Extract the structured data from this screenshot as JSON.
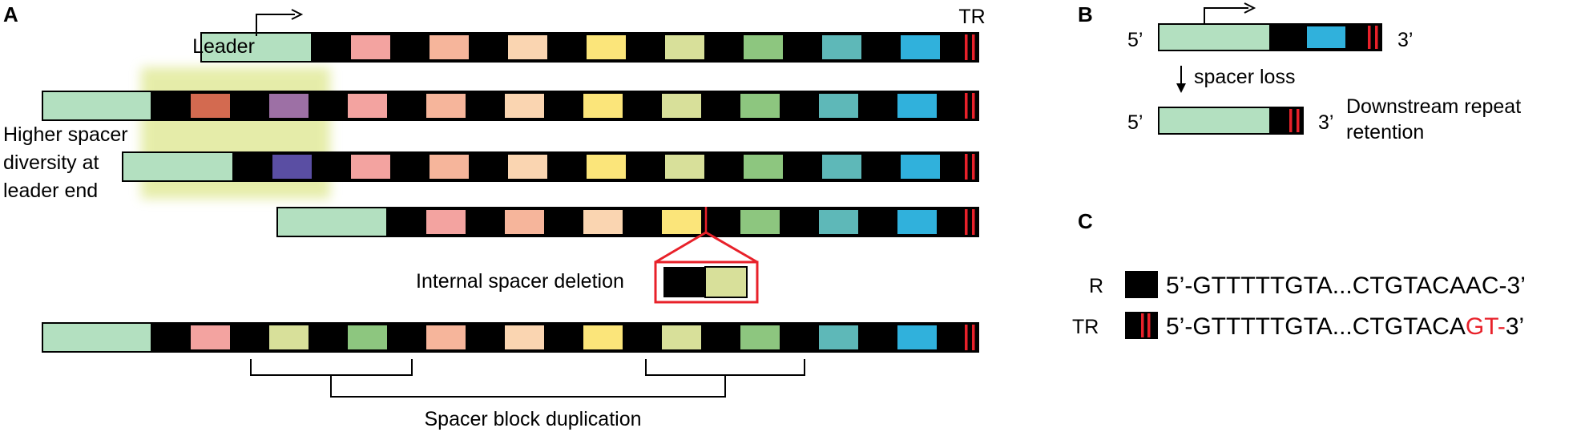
{
  "colors": {
    "repeat": "#000000",
    "terminal_repeat_stripe": "#e8212a",
    "leader": "#b3e0c0",
    "highlight": "#e3eba0",
    "callout": "#e8212a",
    "seq_highlight": "#e8212a",
    "spacers": {
      "pink": "#f3a3a0",
      "salmon": "#f6b59b",
      "peach": "#fad5b1",
      "yellow": "#fbe57a",
      "lime": "#d8e09a",
      "green": "#8dc67f",
      "teal": "#5eb8b8",
      "blue": "#30b1dc",
      "terracotta": "#d36a50",
      "mauve": "#9d70a5",
      "indigo": "#5a4ea3"
    }
  },
  "panelA": {
    "letter": "A",
    "leader_label": "Leader",
    "tr_label": "TR",
    "diversity_label": [
      "Higher spacer",
      "diversity at",
      "leader end"
    ],
    "deletion_label": "Internal spacer deletion",
    "duplication_label": "Spacer block duplication",
    "arrays": [
      [
        "pink",
        "salmon",
        "peach",
        "yellow",
        "lime",
        "green",
        "teal",
        "blue"
      ],
      [
        "terracotta",
        "mauve",
        "pink",
        "salmon",
        "peach",
        "yellow",
        "lime",
        "green",
        "teal",
        "blue"
      ],
      [
        "indigo",
        "pink",
        "salmon",
        "peach",
        "yellow",
        "lime",
        "green",
        "teal",
        "blue"
      ],
      [
        "pink",
        "salmon",
        "peach",
        "yellow",
        "green",
        "teal",
        "blue"
      ],
      [
        "pink",
        "lime",
        "green",
        "salmon",
        "peach",
        "yellow",
        "lime",
        "green",
        "teal",
        "blue"
      ]
    ]
  },
  "panelB": {
    "letter": "B",
    "five_prime": "5’",
    "three_prime": "3’",
    "spacer_loss_label": "spacer loss",
    "retention_label": [
      "Downstream repeat",
      "retention"
    ]
  },
  "panelC": {
    "letter": "C",
    "r_label": "R",
    "tr_label": "TR",
    "r_sequence": "5’-GTTTTTGTA...CTGTACAAC-3’",
    "tr_sequence_prefix": "5’-GTTTTTGTA...CTGTACA",
    "tr_sequence_highlight": "GT-",
    "tr_sequence_suffix": "3’"
  }
}
